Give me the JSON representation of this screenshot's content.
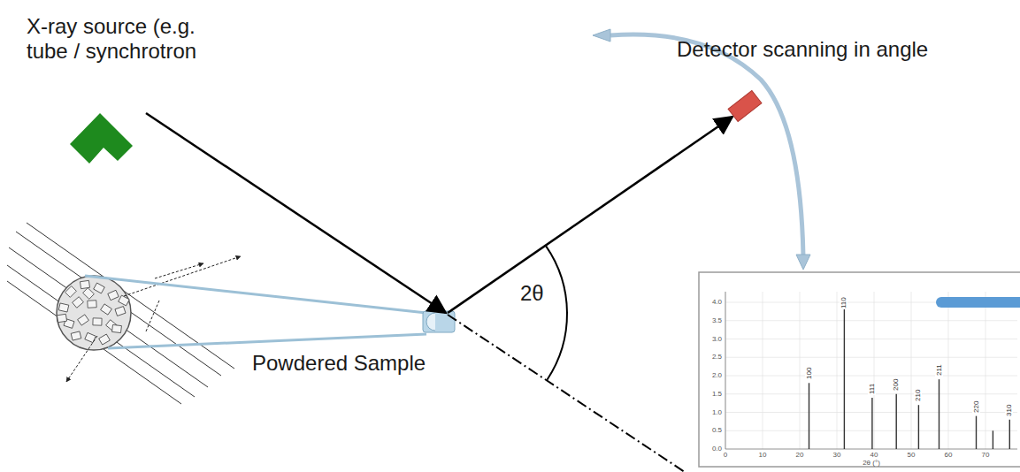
{
  "diagram": {
    "labels": [
      "X-ray source (e.g. tube / synchrotron",
      "Detector scanning in angle",
      "Powdered Sample",
      "2θ",
      "0.0",
      "0.5",
      "1.0",
      "1.5",
      "2.0",
      "2.5",
      "3.0",
      "3.5",
      "4.0",
      "0",
      "10",
      "20",
      "30",
      "40",
      "50",
      "60",
      "70",
      "2θ (°)",
      "100",
      "110",
      "111",
      "200",
      "210",
      "211",
      "220",
      "310"
    ]
  }
}
